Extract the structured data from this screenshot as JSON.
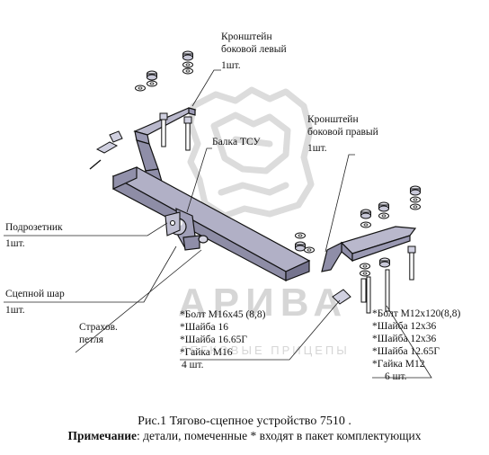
{
  "labels": {
    "left_bracket": {
      "line1": "Кронштейн",
      "line2": "боковой левый",
      "qty": "1шт."
    },
    "right_bracket": {
      "line1": "Кронштейн",
      "line2": "боковой правый",
      "qty": "1шт."
    },
    "beam": "Балка ТСУ",
    "socket_plate": {
      "name": "Подрозетник",
      "qty": "1шт."
    },
    "ball": {
      "name": "Сцепной шар",
      "qty": "1шт."
    },
    "safety_loop": {
      "line1": "Страхов.",
      "line2": "петля"
    }
  },
  "hardware_left": {
    "items": [
      "*Болт М16х45 (8,8)",
      "*Шайба 16",
      "*Шайба 16.65Г",
      "*Гайка М16"
    ],
    "qty": "4 шт."
  },
  "hardware_right": {
    "items": [
      "*Болт М12х120(8,8)",
      "*Шайба 12х36",
      "*Шайба 12х36",
      "*Шайба 12.65Г",
      "*Гайка М12"
    ],
    "qty": "6 шт."
  },
  "watermark": {
    "brand": "АРИВА",
    "tagline": "ЛЕГКОВЫЕ ПРИЦЕПЫ"
  },
  "caption": {
    "title": "Рис.1 Тягово-сцепное устройство 7510 .",
    "note_label": "Примечание",
    "note_text": ": детали, помеченные * входят в пакет комплектующих"
  }
}
